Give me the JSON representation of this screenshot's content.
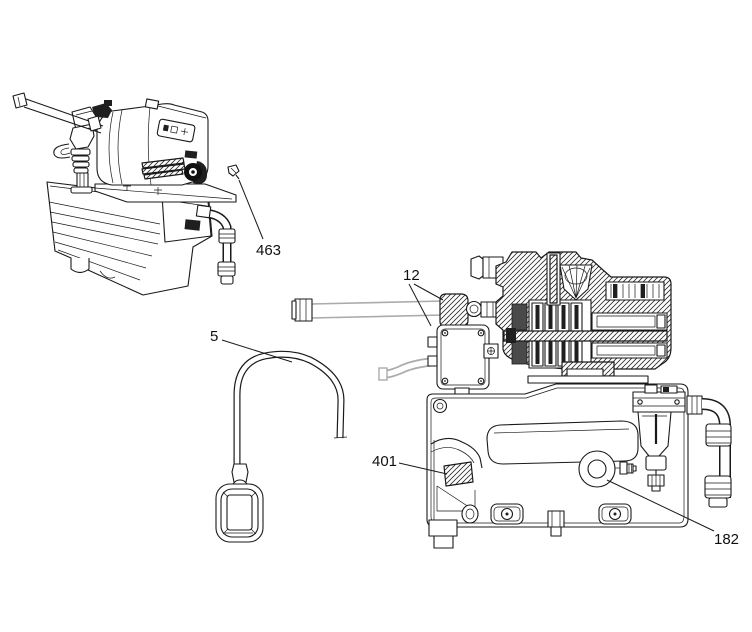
{
  "figure": {
    "kind": "exploded-parts-diagram",
    "background_color": "#ffffff",
    "line_color": "#1a1a1a",
    "hose_color": "#ababab",
    "callouts": [
      {
        "label": "463"
      },
      {
        "label": "12"
      },
      {
        "label": "5"
      },
      {
        "label": "401"
      },
      {
        "label": "182"
      }
    ]
  }
}
